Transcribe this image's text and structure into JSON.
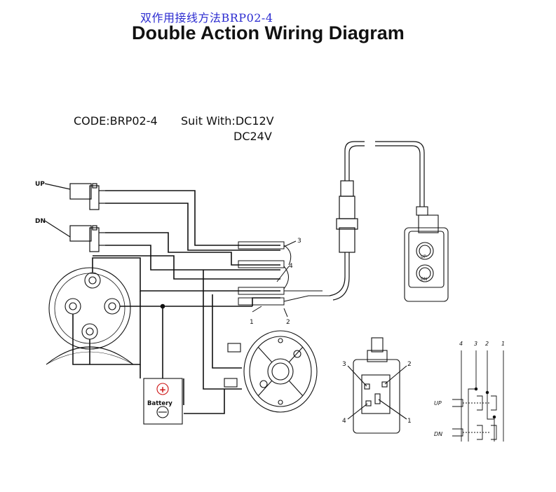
{
  "header": {
    "cn_title": "双作用接线方法BRP02-4",
    "title": "Double Action Wiring Diagram"
  },
  "specs": {
    "code": "CODE:BRP02-4",
    "suit_with": "Suit With:DC12V",
    "suit_with_alt": "DC24V"
  },
  "solenoids": {
    "up_label": "UP",
    "dn_label": "DN"
  },
  "battery": {
    "label": "Battery",
    "plus": "+",
    "minus": "−"
  },
  "harness_labels": {
    "w1": "1",
    "w2": "2",
    "w3": "3",
    "w4": "4"
  },
  "pendant": {
    "up_button": "UP",
    "dn_button": "DN"
  },
  "switch_box": {
    "t1": "1",
    "t2": "2",
    "t3": "3",
    "t4": "4"
  },
  "schematic": {
    "col4": "4",
    "col3": "3",
    "col2": "2",
    "col1": "1",
    "up": "UP",
    "dn": "DN"
  }
}
